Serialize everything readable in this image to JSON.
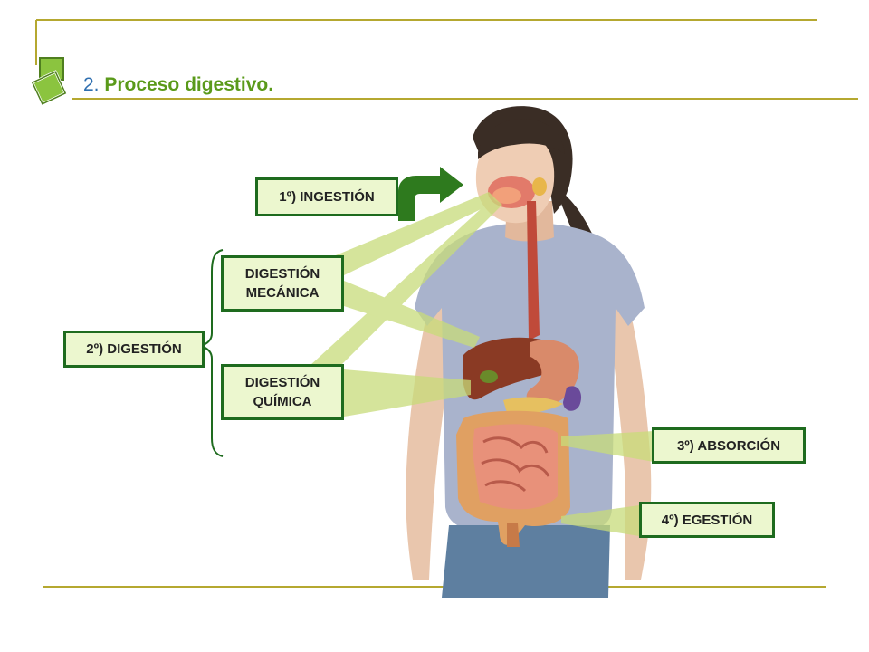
{
  "title": {
    "number": "2.",
    "text": "Proceso digestivo."
  },
  "steps": {
    "ingestion": "1º) INGESTIÓN",
    "digestion": "2º) DIGESTIÓN",
    "mechanical": {
      "line1": "DIGESTIÓN",
      "line2": "MECÁNICA"
    },
    "chemical": {
      "line1": "DIGESTIÓN",
      "line2": "QUÍMICA"
    },
    "absorption": "3º) ABSORCIÓN",
    "egestion": "4º) EGESTIÓN"
  },
  "colors": {
    "accent_green": "#5a9a1a",
    "box_border": "#1e6b1e",
    "box_fill": "#ecf7cf",
    "rule_olive": "#b5a830",
    "beam": "#c8dc7a"
  }
}
